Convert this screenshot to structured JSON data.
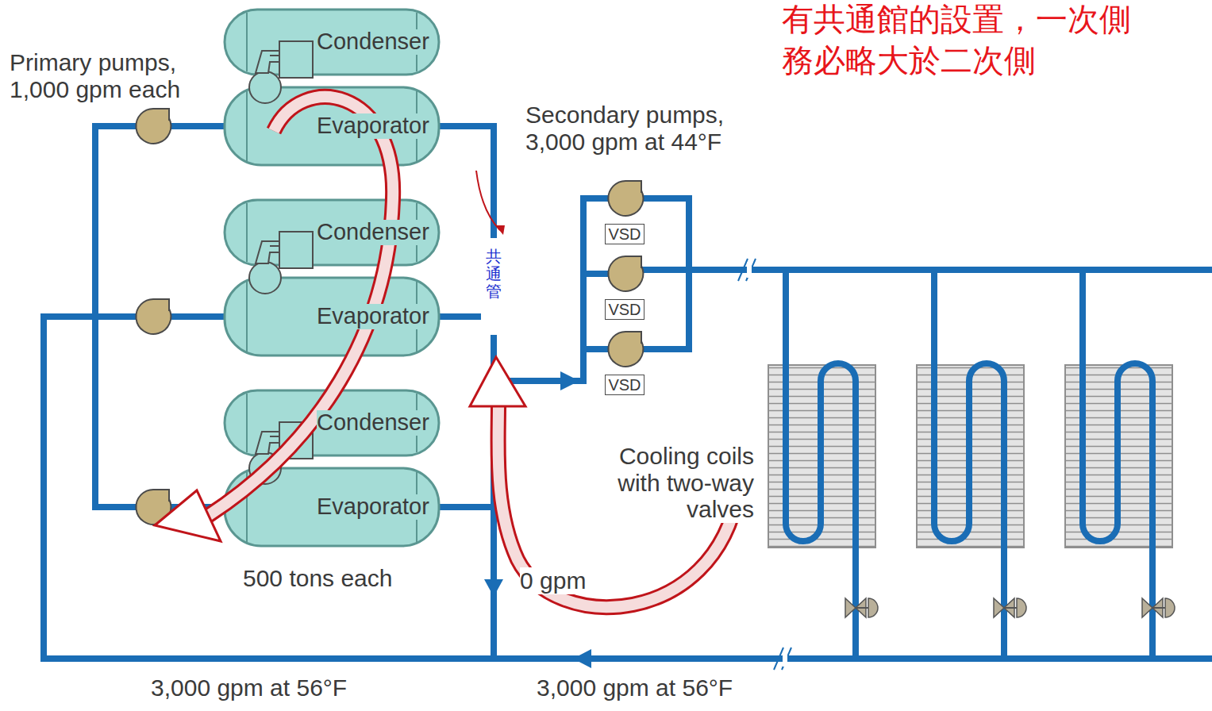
{
  "diagram": {
    "nodes": [
      {
        "text": [
          "Condenser"
        ]
      },
      {
        "text": [
          "Evaporator"
        ]
      },
      {
        "text": [
          "Condenser"
        ]
      },
      {
        "text": [
          "Evaporator"
        ]
      },
      {
        "text": [
          "Condenser"
        ]
      },
      {
        "text": [
          "Evaporator"
        ]
      },
      {
        "text": [
          "VSD"
        ]
      },
      {
        "text": [
          "VSD"
        ]
      },
      {
        "text": [
          "VSD"
        ]
      }
    ],
    "labels": [
      "有共通館的設置，一次側",
      "務必略大於二次側",
      "Primary pumps, 1,000 gpm each",
      "Secondary pumps, 3,000 gpm at 44°F",
      "共通管",
      "Cooling coils with two-way valves",
      "500 tons each",
      "0 gpm",
      "3,000 gpm at 56°F",
      "3,000 gpm at 56°F"
    ]
  }
}
